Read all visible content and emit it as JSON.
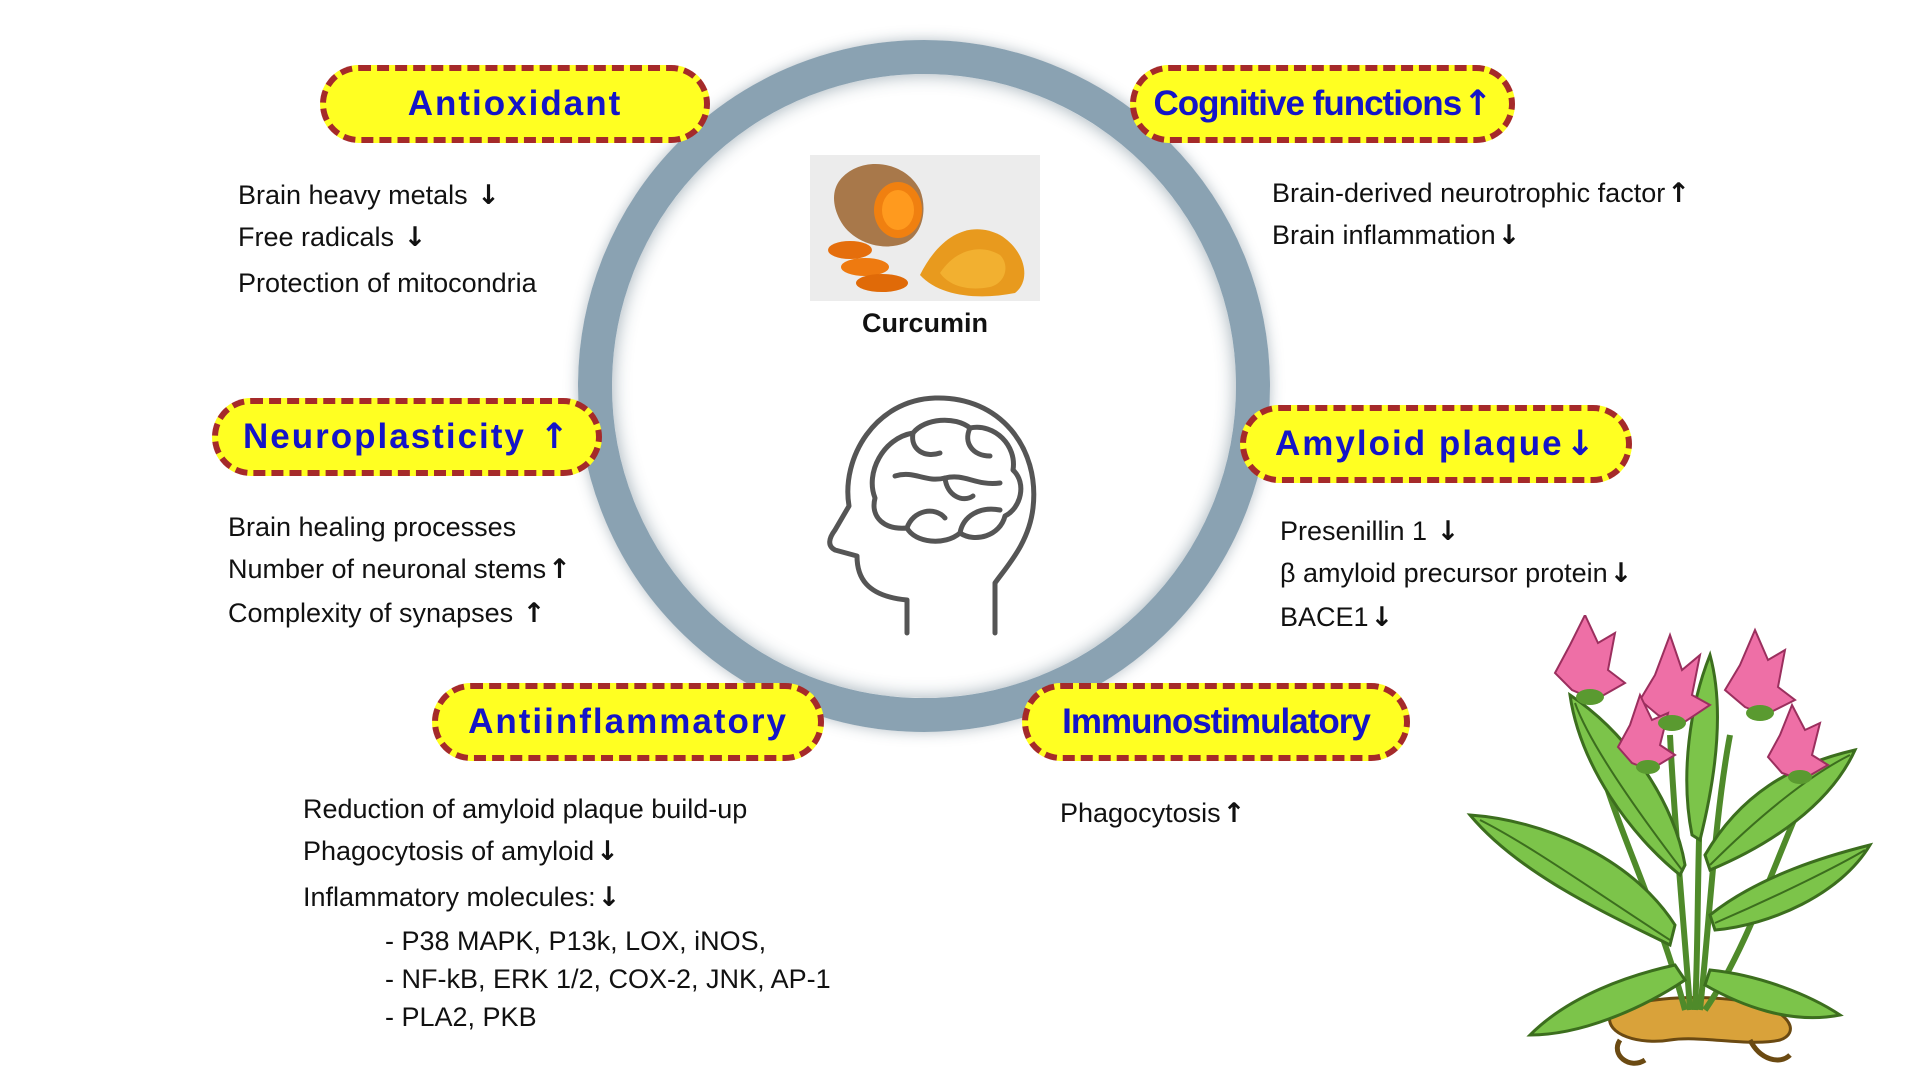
{
  "center": {
    "label": "Curcumin",
    "photo": "turmeric-root-and-powder-photo",
    "icon": "head-brain-icon"
  },
  "sections": {
    "antioxidant": {
      "title": "Antioxidant",
      "items": [
        "Brain heavy metals",
        "Free radicals",
        "Protection of mitocondria"
      ]
    },
    "cognitive": {
      "title": "Cognitive functions",
      "items": [
        "Brain-derived neurotrophic factor",
        "Brain inflammation"
      ]
    },
    "neuroplasticity": {
      "title": "Neuroplasticity",
      "items": [
        "Brain healing processes",
        "Number of neuronal stems",
        "Complexity of synapses"
      ]
    },
    "amyloid": {
      "title": "Amyloid plaque",
      "items": [
        "Presenillin 1",
        "β amyloid precursor protein",
        "BACE1"
      ]
    },
    "antiinflammatory": {
      "title": "Antiinflammatory",
      "items": [
        "Reduction of amyloid plaque build-up",
        "Phagocytosis of amyloid",
        "Inflammatory molecules:"
      ],
      "subitems": [
        "- P38 MAPK, P13k, LOX, iNOS,",
        "- NF-kB, ERK 1/2, COX-2, JNK, AP-1",
        "- PLA2, PKB"
      ]
    },
    "immuno": {
      "title": "Immunostimulatory",
      "items": [
        "Phagocytosis"
      ]
    }
  },
  "arrows": {
    "up": "↑",
    "down": "↓"
  },
  "colors": {
    "badge_fill": "#ffff22",
    "badge_border": "#a52a2a",
    "badge_text": "#1414c8",
    "ring": "#8aa2b2"
  },
  "decoration": {
    "plant": "turmeric-plant-illustration"
  }
}
